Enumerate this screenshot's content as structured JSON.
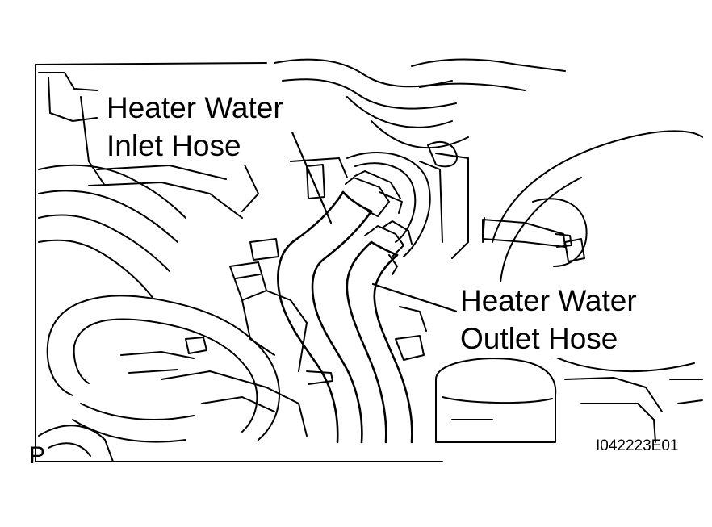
{
  "labels": {
    "inlet_line1": "Heater Water",
    "inlet_line2": "Inlet Hose",
    "outlet_line1": "Heater Water",
    "outlet_line2": "Outlet Hose"
  },
  "view_marker": "P",
  "figure_code": "I042223E01",
  "colors": {
    "line": "#000000",
    "background": "#ffffff"
  }
}
